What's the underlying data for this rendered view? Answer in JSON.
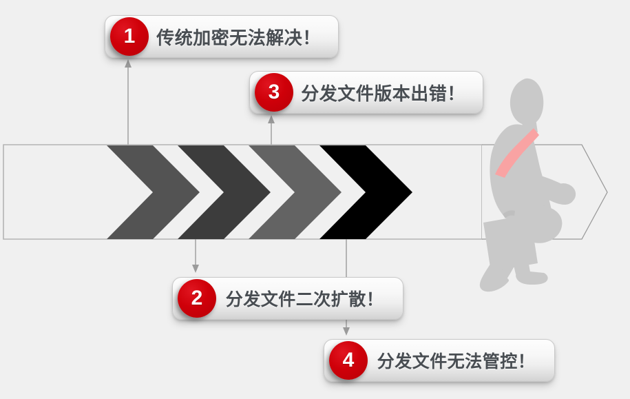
{
  "background_color": "#f0f0f0",
  "accent_color": "#cc0008",
  "text_color": "#484d52",
  "graphic": {
    "name": "forward-progress-arrow-band",
    "band": {
      "outline_color": "#b4b4b4",
      "fill_color": "#f0f0f0"
    },
    "chevrons": [
      {
        "label": "chevron-1",
        "color": "#535353"
      },
      {
        "label": "chevron-2",
        "color": "#3c3c3c"
      },
      {
        "label": "chevron-3",
        "color": "#636363"
      },
      {
        "label": "chevron-4",
        "color": "#000000"
      }
    ],
    "figure": {
      "name": "businessman-silhouette",
      "body_color": "#c9c9c9",
      "tie_color": "#f9a3a3"
    }
  },
  "callouts": [
    {
      "number": "1",
      "text": "传统加密无法解决！",
      "connector": "arrow-up-from-chevron-1"
    },
    {
      "number": "2",
      "text": "分发文件二次扩散！",
      "connector": "arrow-down-from-chevron-2"
    },
    {
      "number": "3",
      "text": "分发文件版本出错！",
      "connector": "arrow-up-from-chevron-3"
    },
    {
      "number": "4",
      "text": "分发文件无法管控！",
      "connector": "arrow-down-from-chevron-4"
    }
  ]
}
